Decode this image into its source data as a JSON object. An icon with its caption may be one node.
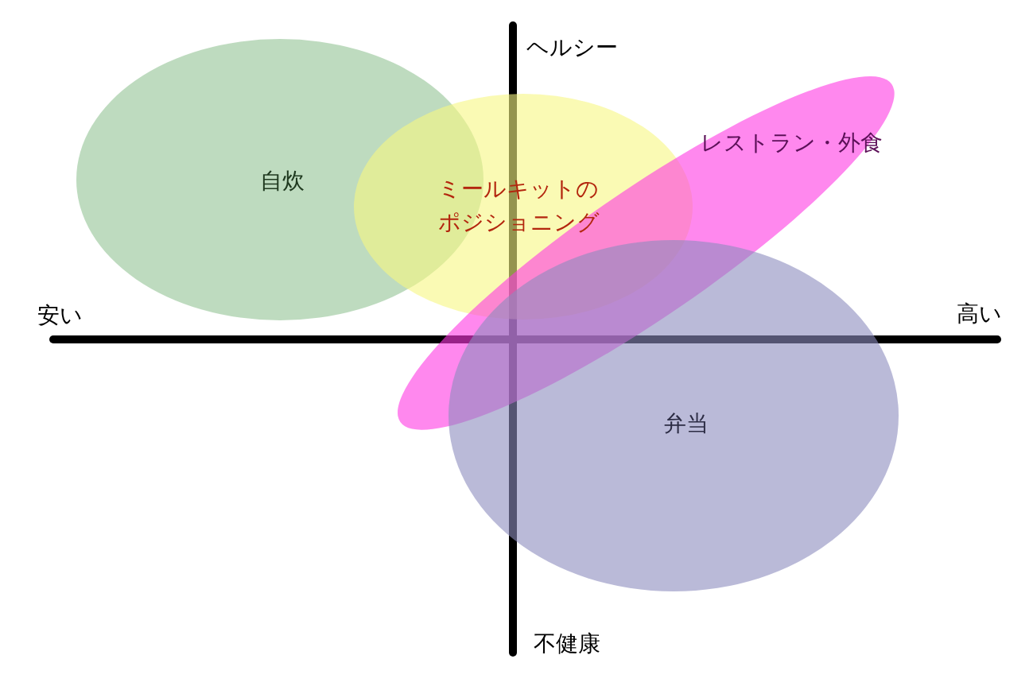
{
  "diagram": {
    "nodes": [
      {
        "text": [
          "自炊"
        ]
      },
      {
        "text": [
          "ミールキットのポジショニング"
        ]
      },
      {
        "text": [
          "レストラン・外食"
        ]
      },
      {
        "text": [
          "弁当"
        ]
      }
    ],
    "labels": [
      "ヘルシー",
      "安い",
      "高い",
      "不健康"
    ]
  }
}
